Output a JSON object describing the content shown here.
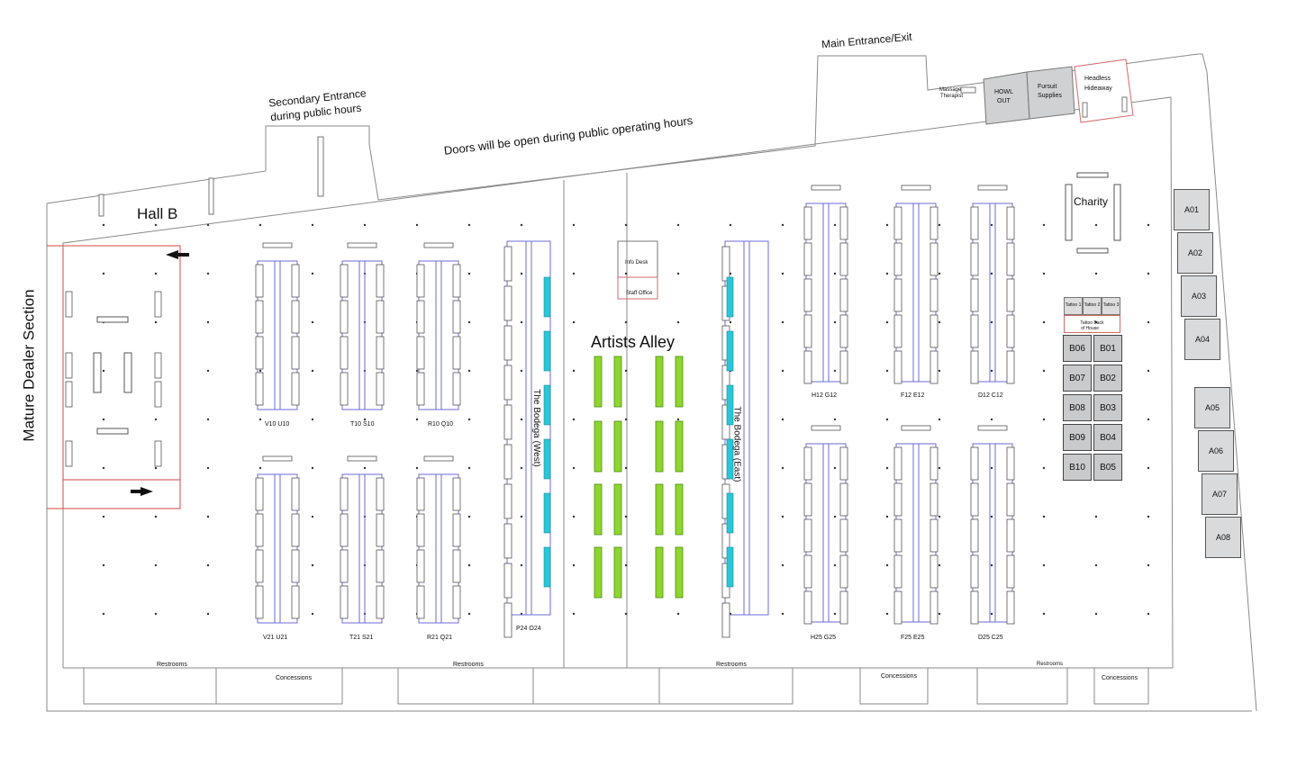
{
  "map": {
    "hall_b": "Hall B",
    "mature_dealer_section": "Mature Dealer Section",
    "secondary_entrance_line1": "Secondary Entrance",
    "secondary_entrance_line2": "during public hours",
    "main_entrance": "Main Entrance/Exit",
    "doors_note": "Doors will be open during public operating hours",
    "artists_alley": "Artists Alley",
    "bodega_west": "The Bodega (West)",
    "bodega_east": "The Bodega (East)",
    "info_desk": "Info Desk",
    "staff_office": "Staff Office",
    "charity": "Charity",
    "massage_therapist_line1": "Massage",
    "massage_therapist_line2": "Therapist",
    "howl_out_line1": "HOWL",
    "howl_out_line2": "OUT",
    "fursuit_supplies_line1": "Fursuit",
    "fursuit_supplies_line2": "Supplies",
    "headless_hideaway_line1": "Headless",
    "headless_hideaway_line2": "Hideaway",
    "tattoo_back_of_house_line1": "Tattoo Back",
    "tattoo_back_of_house_line2": "of House",
    "tattoo_booths": [
      "Tattoo 1",
      "Tattoo 2",
      "Tattoo 3"
    ],
    "restrooms": [
      "Restrooms",
      "Restrooms",
      "Restrooms",
      "Restrooms"
    ],
    "concessions": [
      "Concessions",
      "Concessions",
      "Concessions"
    ],
    "a_booths": [
      "A01",
      "A02",
      "A03",
      "A04",
      "A05",
      "A06",
      "A07",
      "A08"
    ],
    "b_booths_left": [
      "B06",
      "B07",
      "B08",
      "B09",
      "B10"
    ],
    "b_booths_right": [
      "B01",
      "B02",
      "B03",
      "B04",
      "B05"
    ],
    "row_labels_bottom": [
      "V21 U21",
      "T21 S21",
      "R21 Q21",
      "P24 O24",
      "H25 G25",
      "F25 E25",
      "D25 C25"
    ],
    "row_labels_mid": [
      "V10 U10",
      "T10 S10",
      "R10 Q10",
      "H12 G12",
      "F12 E12",
      "D12 C12"
    ]
  }
}
